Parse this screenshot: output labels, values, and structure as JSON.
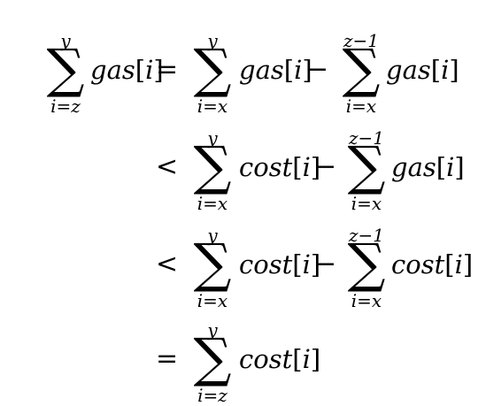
{
  "equation": {
    "rel_eq": "=",
    "rel_lt": "<",
    "minus": "−",
    "sigma": "∑",
    "lines": [
      {
        "lhs": {
          "sum": {
            "upper": "y",
            "lower": "i=z"
          },
          "func": "gas",
          "idx": "i"
        },
        "rel": "=",
        "t1": {
          "sum": {
            "upper": "y",
            "lower": "i=x"
          },
          "func": "gas",
          "idx": "i"
        },
        "t2": {
          "sum": {
            "upper": "z−1",
            "lower": "i=x"
          },
          "func": "gas",
          "idx": "i"
        }
      },
      {
        "rel": "<",
        "t1": {
          "sum": {
            "upper": "y",
            "lower": "i=x"
          },
          "func": "cost",
          "idx": "i"
        },
        "t2": {
          "sum": {
            "upper": "z−1",
            "lower": "i=x"
          },
          "func": "gas",
          "idx": "i"
        }
      },
      {
        "rel": "<",
        "t1": {
          "sum": {
            "upper": "y",
            "lower": "i=x"
          },
          "func": "cost",
          "idx": "i"
        },
        "t2": {
          "sum": {
            "upper": "z−1",
            "lower": "i=x"
          },
          "func": "cost",
          "idx": "i"
        }
      },
      {
        "rel": "=",
        "t1": {
          "sum": {
            "upper": "y",
            "lower": "i=z"
          },
          "func": "cost",
          "idx": "i"
        }
      }
    ]
  }
}
